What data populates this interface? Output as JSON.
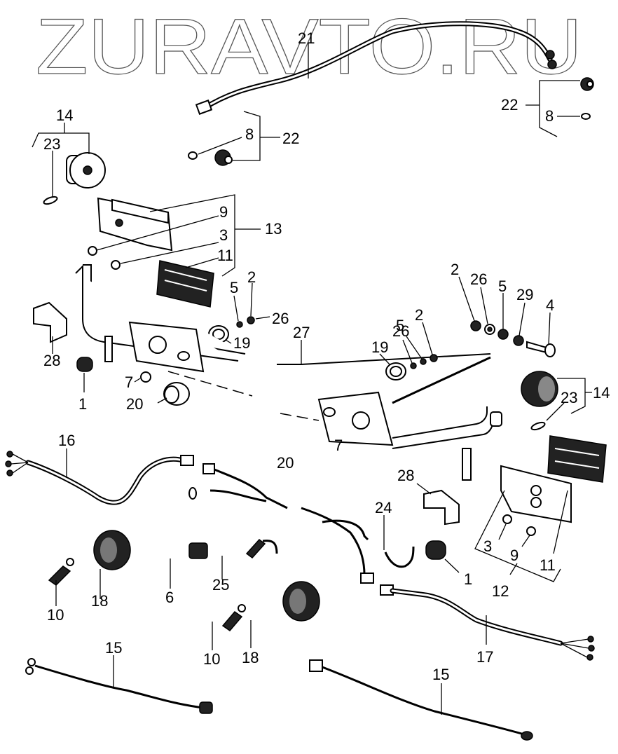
{
  "watermark": "ZURAVTO.RU",
  "colors": {
    "ink": "#000000",
    "background": "#ffffff"
  },
  "labels": [
    {
      "id": "l21a",
      "text": "21"
    },
    {
      "id": "l22a",
      "text": "22"
    },
    {
      "id": "l8a",
      "text": "8"
    },
    {
      "id": "l14a",
      "text": "14"
    },
    {
      "id": "l23a",
      "text": "23"
    },
    {
      "id": "l8b",
      "text": "8"
    },
    {
      "id": "l22b",
      "text": "22"
    },
    {
      "id": "l9a",
      "text": "9"
    },
    {
      "id": "l13",
      "text": "13"
    },
    {
      "id": "l3a",
      "text": "3"
    },
    {
      "id": "l11a",
      "text": "11"
    },
    {
      "id": "l5a",
      "text": "5"
    },
    {
      "id": "l2a",
      "text": "2"
    },
    {
      "id": "l26a",
      "text": "26"
    },
    {
      "id": "l19a",
      "text": "19"
    },
    {
      "id": "l28a",
      "text": "28"
    },
    {
      "id": "l1a",
      "text": "1"
    },
    {
      "id": "l7a",
      "text": "7"
    },
    {
      "id": "l20a",
      "text": "20"
    },
    {
      "id": "l27",
      "text": "27"
    },
    {
      "id": "l19b",
      "text": "19"
    },
    {
      "id": "l26b",
      "text": "26"
    },
    {
      "id": "l5b",
      "text": "5"
    },
    {
      "id": "l2b",
      "text": "2"
    },
    {
      "id": "l2c",
      "text": "2"
    },
    {
      "id": "l26c",
      "text": "26"
    },
    {
      "id": "l5c",
      "text": "5"
    },
    {
      "id": "l29",
      "text": "29"
    },
    {
      "id": "l4",
      "text": "4"
    },
    {
      "id": "l14b",
      "text": "14"
    },
    {
      "id": "l23b",
      "text": "23"
    },
    {
      "id": "l7b",
      "text": "7"
    },
    {
      "id": "l20b",
      "text": "20"
    },
    {
      "id": "l16",
      "text": "16"
    },
    {
      "id": "l28b",
      "text": "28"
    },
    {
      "id": "l24",
      "text": "24"
    },
    {
      "id": "l3b",
      "text": "3"
    },
    {
      "id": "l9b",
      "text": "9"
    },
    {
      "id": "l11b",
      "text": "11"
    },
    {
      "id": "l12",
      "text": "12"
    },
    {
      "id": "l1b",
      "text": "1"
    },
    {
      "id": "l18a",
      "text": "18"
    },
    {
      "id": "l10a",
      "text": "10"
    },
    {
      "id": "l6",
      "text": "6"
    },
    {
      "id": "l25",
      "text": "25"
    },
    {
      "id": "l10b",
      "text": "10"
    },
    {
      "id": "l18b",
      "text": "18"
    },
    {
      "id": "l17",
      "text": "17"
    },
    {
      "id": "l15a",
      "text": "15"
    },
    {
      "id": "l15b",
      "text": "15"
    }
  ]
}
